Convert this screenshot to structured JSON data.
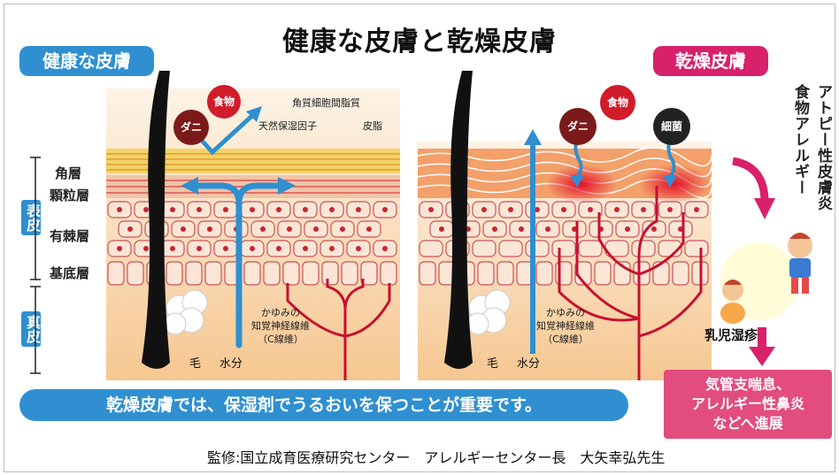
{
  "title": "健康な皮膚と乾燥皮膚",
  "left_badge": "健康な皮膚",
  "right_badge": "乾燥皮膚",
  "layers": {
    "kakuso": "角層",
    "karyu": "顆粒層",
    "yukyoku": "有棘層",
    "kitei": "基底層",
    "hyohi": "表皮",
    "shinpi": "真皮"
  },
  "left_labels": {
    "shokumotsu": "食物",
    "dani": "ダニ",
    "kakushitsu": "角質細胞間脂質",
    "tennen": "天然保湿因子",
    "hishi": "皮脂",
    "kayumi": "かゆみの\n知覚神経線維\n（C線維）",
    "ke": "毛",
    "suibun": "水分"
  },
  "right_labels": {
    "shokumotsu": "食物",
    "dani": "ダニ",
    "saikin": "細菌",
    "kayumi": "かゆみの\n知覚神経線維\n（C線維）",
    "ke": "毛",
    "suibun": "水分"
  },
  "side": {
    "vertical_text_1": "アトピー性皮膚炎",
    "vertical_text_2": "食物アレルギー",
    "nyuji": "乳児湿疹",
    "progress": "気管支喘息、\nアレルギー性鼻炎\nなどへ進展"
  },
  "banner": "乾燥皮膚では、保湿剤でうるおいを保つことが重要です。",
  "footer": "監修:国立成育医療研究センター　アレルギーセンター長　大矢幸弘先生",
  "colors": {
    "blue": "#2f8fd0",
    "pink": "#d8206b",
    "skin_bg": "#f8e0c4",
    "nerve": "#c8102e"
  }
}
